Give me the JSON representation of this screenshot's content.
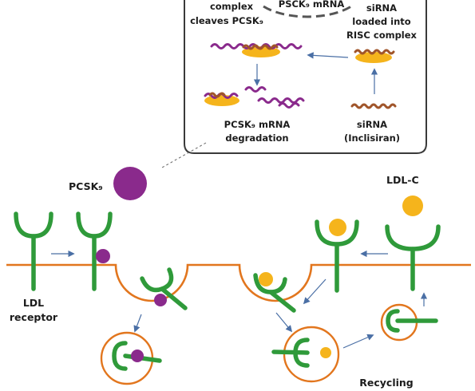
{
  "labels": {
    "complex_cleaves_line1": "complex",
    "complex_cleaves_line2": "cleaves PCSK₉",
    "pcsk9_mrna_top": "PSCK₉ mRNA",
    "sirna_loaded_line1": "siRNA",
    "sirna_loaded_line2": "loaded into",
    "sirna_loaded_line3": "RISC complex",
    "pcsk9_mrna_degradation_line1": "PCSK₉ mRNA",
    "pcsk9_mrna_degradation_line2": "degradation",
    "sirna_line1": "siRNA",
    "sirna_line2": "(Inclisiran)",
    "pcsk9": "PCSK₉",
    "ldl_c": "LDL-C",
    "ldl_receptor_line1": "LDL",
    "ldl_receptor_line2": "receptor",
    "recycling": "Recycling"
  },
  "colors": {
    "receptor": "#2f9a3a",
    "pcsk9": "#8a2a8c",
    "ldl_cholesterol": "#f5b41c",
    "membrane": "#e2761e",
    "arrow": "#4a6fa5",
    "sirna_strand": "#a0552a"
  }
}
